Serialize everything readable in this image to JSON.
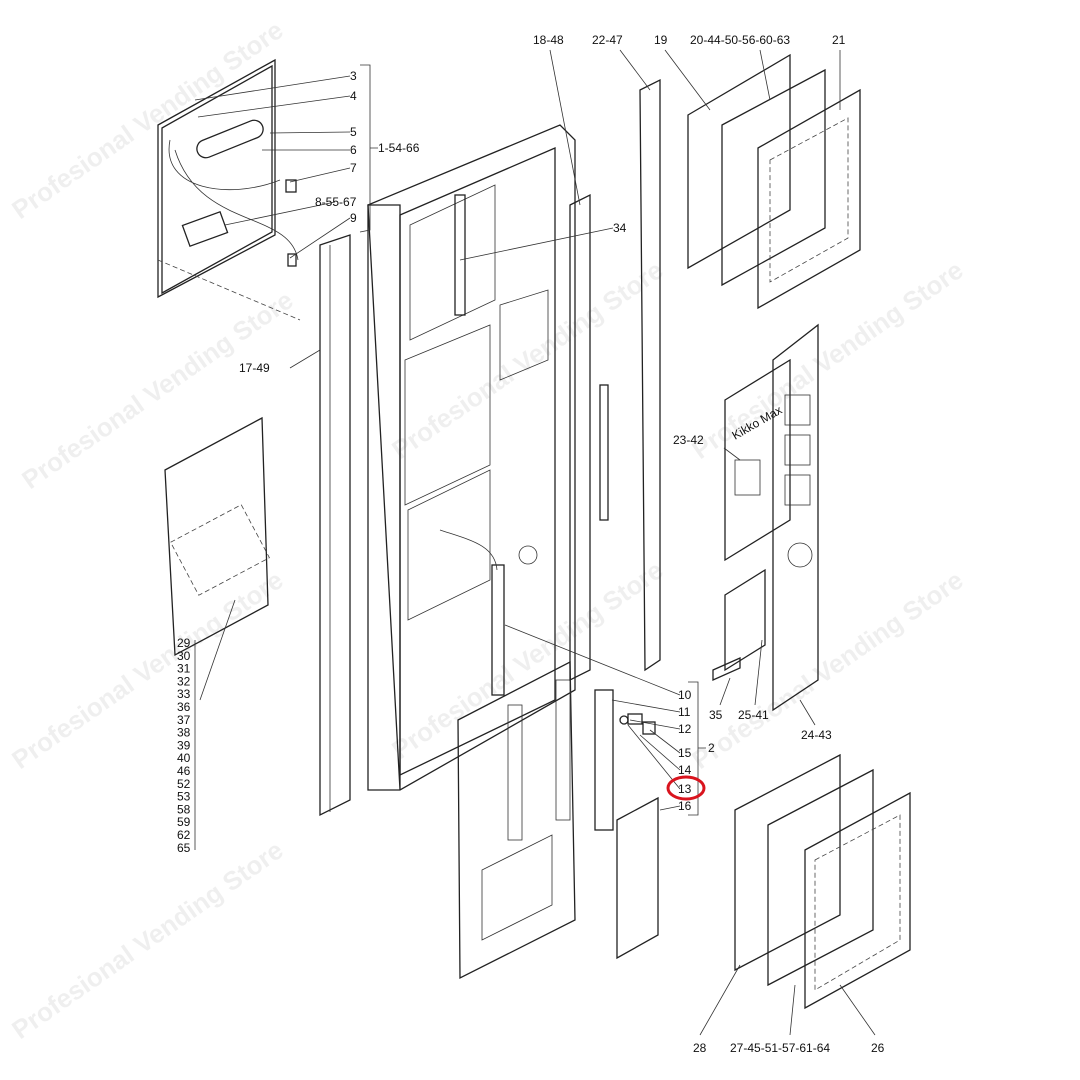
{
  "watermark": "Profesional Vending Store",
  "labels": {
    "l3": "3",
    "l4": "4",
    "l5": "5",
    "l6": "6",
    "l7": "7",
    "l8": "8-55-67",
    "l9": "9",
    "l1": "1-54-66",
    "l18": "18-48",
    "l22": "22-47",
    "l19": "19",
    "l20": "20-44-50-56-60-63",
    "l21": "21",
    "l34": "34",
    "l17": "17-49",
    "l23": "23-42",
    "l35": "35",
    "l25": "25-41",
    "l24": "24-43",
    "l10": "10",
    "l11": "11",
    "l12": "12",
    "l15": "15",
    "l14": "14",
    "l13": "13",
    "l16": "16",
    "l2": "2",
    "l28": "28",
    "l27": "27-45-51-57-61-64",
    "l26": "26"
  },
  "left_list": [
    "29",
    "30",
    "31",
    "32",
    "33",
    "36",
    "37",
    "38",
    "39",
    "40",
    "46",
    "52",
    "53",
    "58",
    "59",
    "62",
    "65"
  ],
  "highlight": {
    "label": "13",
    "color": "#d9141e"
  },
  "panel_logo": "Kikko Max"
}
